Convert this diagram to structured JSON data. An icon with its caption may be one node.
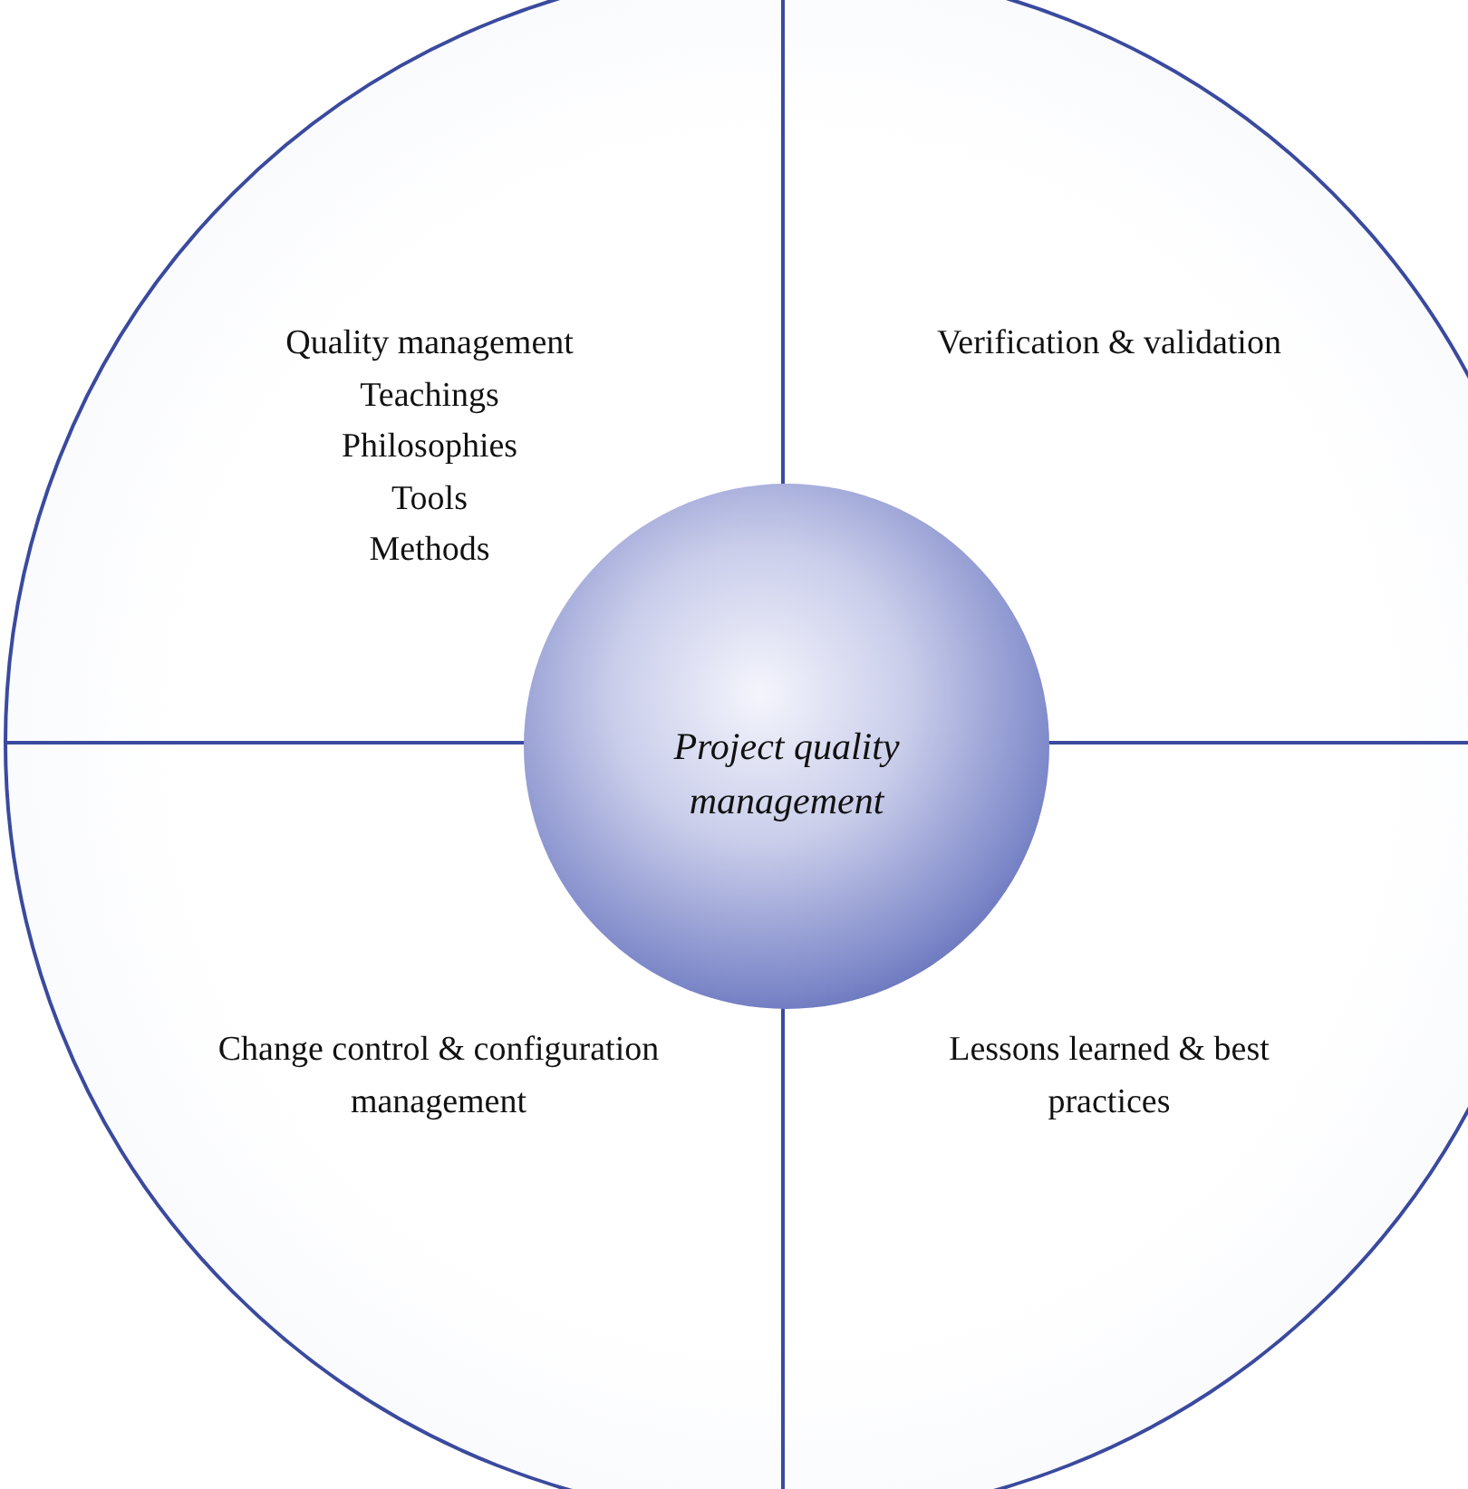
{
  "diagram": {
    "nodes": [
      {
        "text": [],
        "shape": "circle"
      },
      {
        "text": [
          "Quality management",
          "Teachings",
          "Philosophies",
          "Tools",
          "Methods"
        ],
        "in": 0
      },
      {
        "text": [
          "Verification & validation"
        ],
        "in": 0
      },
      {
        "text": [
          "Change control & configuration management"
        ],
        "in": 0
      },
      {
        "text": [
          "Lessons learned & best practices"
        ],
        "in": 0
      },
      {
        "text": [
          "Project quality management"
        ],
        "in": 0
      }
    ]
  }
}
